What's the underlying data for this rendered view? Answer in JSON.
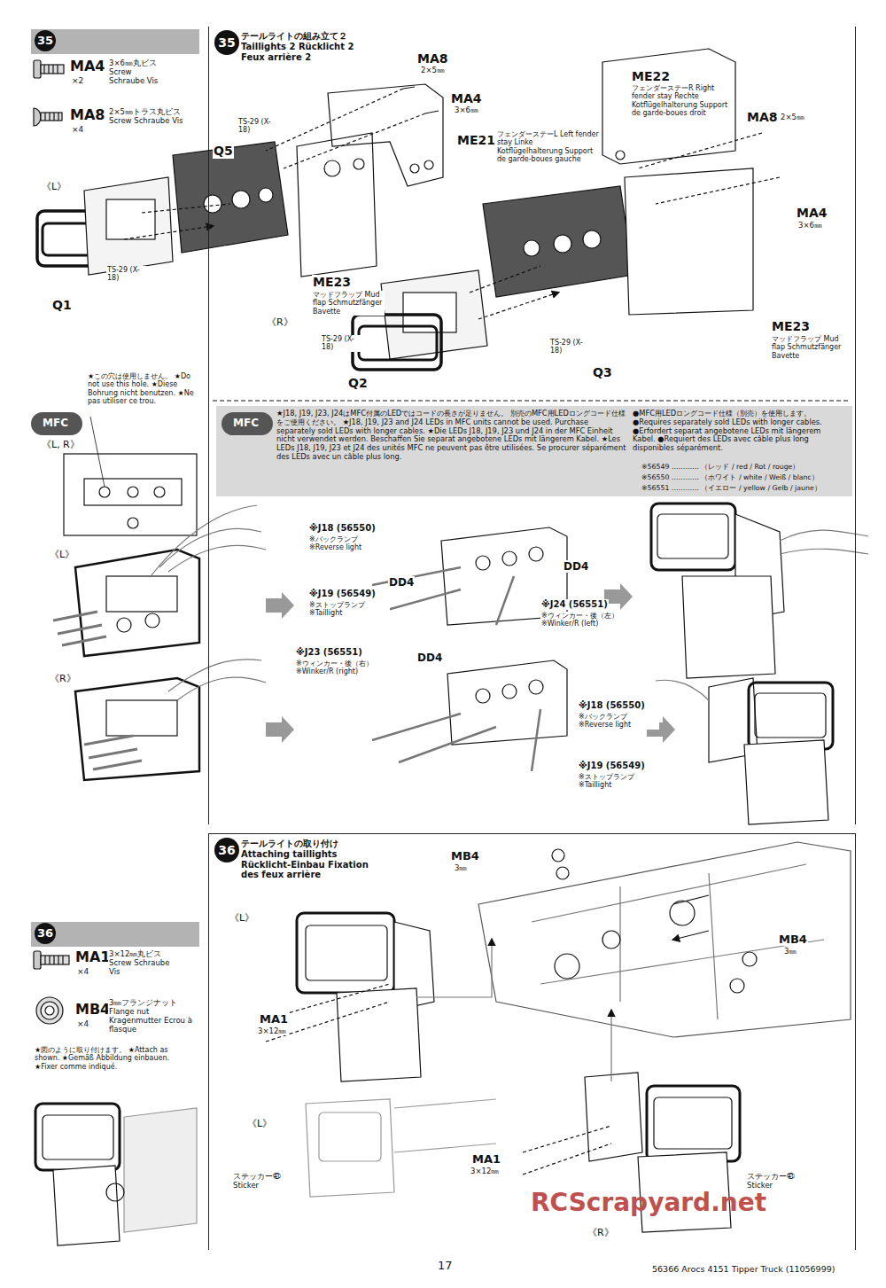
{
  "diagram": {
    "nodes": [
      {
        "text": [
          "35"
        ]
      },
      {
        "text": [
          "MFC"
        ]
      },
      {
        "text": [
          "テールライトの組み立て２ Taillights 2 Rücklicht 2 Feux arrière 2"
        ]
      },
      {
        "text": [
          "35"
        ],
        "in": 2
      },
      {
        "text": [
          "★J18, J19, J23, J24はMFC付属のLEDではコードの長さが足りません。 別売のMFC用LEDロングコード仕様をご使用ください。 ★J18, J19, J23 and J24 LEDs in MFC units cannot be used. Purchase separately sold LEDs with longer cables. ★Die LEDs J18, J19, J23 und J24 in der MFC Einheit nicht verwendet werden. Beschaffen Sie separat angebotene LEDs mit längerem Kabel. ★Les LEDs J18, J19, J23 et J24 des unités MFC ne peuvent pas être utilisées. Se procurer séparément des LEDs avec un câble plus long.",
          "●MFC用LEDロングコード仕様（別売）を使用します。 ●Requires separately sold LEDs with longer cables. ●Erfordert separat angebotene LEDs mit längerem Kabel. ●Requiert des LEDs avec câble plus long disponibles séparément.",
          "※56549 ………… （レッド / red / Rot / rouge）",
          "※56550 ………… （ホワイト / white / Weiß / blanc）",
          "※56551 ………… （イエロー / yellow / Gelb / jaune）"
        ],
        "in": 2
      },
      {
        "text": [
          "MFC"
        ],
        "in": 4
      },
      {
        "text": [
          "36"
        ]
      },
      {
        "text": [
          "テールライトの取り付け Attaching taillights Rücklicht-Einbau Fixation des feux arrière"
        ]
      },
      {
        "text": [
          "36"
        ],
        "in": 7
      }
    ],
    "labels": [
      "MA4",
      "×2",
      "3×6㎜丸ビス Screw Schraube Vis",
      "MA8",
      "×4",
      "2×5㎜トラス丸ビス Screw Schraube Vis",
      "MA8",
      "2×5㎜",
      "MA4",
      "3×6㎜",
      "ME21",
      "フェンダーステーL Left fender stay Linke Kotflügelhalterung Support de garde-boues gauche",
      "ME22",
      "フェンダーステーR Right fender stay Rechte Kotflügelhalterung Support de garde-boues droit",
      "MA8",
      "2×5㎜",
      "MA4",
      "3×6㎜",
      "TS-29 (X-18)",
      "Q5",
      "《L》",
      "TS-29 (X-18)",
      "Q1",
      "ME23",
      "マッドフラップ Mud flap Schmutzfänger Bavette",
      "《R》",
      "TS-29 (X-18)",
      "Q2",
      "TS-29 (X-18)",
      "Q3",
      "ME23",
      "マッドフラップ Mud flap Schmutzfänger Bavette",
      "★この穴は使用しません。 ★Do not use this hole. ★Diese Bohrung nicht benutzen. ★Ne pas utiliser ce trou.",
      "《L, R》",
      "《L》",
      "《R》",
      "※J18 (56550)",
      "※バックランプ ※Reverse light",
      "DD4",
      "DD4",
      "※J19 (56549)",
      "※ストップランプ ※Taillight",
      "※J24 (56551)",
      "※ウィンカー・後（左） ※Winker/R (left)",
      "※J23 (56551)",
      "※ウィンカー・後（右） ※Winker/R (right)",
      "DD4",
      "※J18 (56550)",
      "※バックランプ ※Reverse light",
      "※J19 (56549)",
      "※ストップランプ ※Taillight",
      "MA1",
      "×4",
      "3×12㎜丸ビス Screw Schraube Vis",
      "MB4",
      "×4",
      "3㎜フランジナット Flange nut Kragenmutter Ecrou à flasque",
      "★図のように取り付けます。 ★Attach as shown. ★Gemäß Abbildung einbauen. ★Fixer comme indiqué.",
      "MB4",
      "3㎜",
      "《L》",
      "MA1",
      "3×12㎜",
      "MB4",
      "3㎜",
      "《L》",
      "ステッカー㊶ Sticker",
      "MA1",
      "3×12㎜",
      "ステッカー㊶ Sticker",
      "《R》",
      "17",
      "56366 Arocs 4151 Tipper Truck (11056999)",
      "RCScrapyard.net"
    ]
  }
}
